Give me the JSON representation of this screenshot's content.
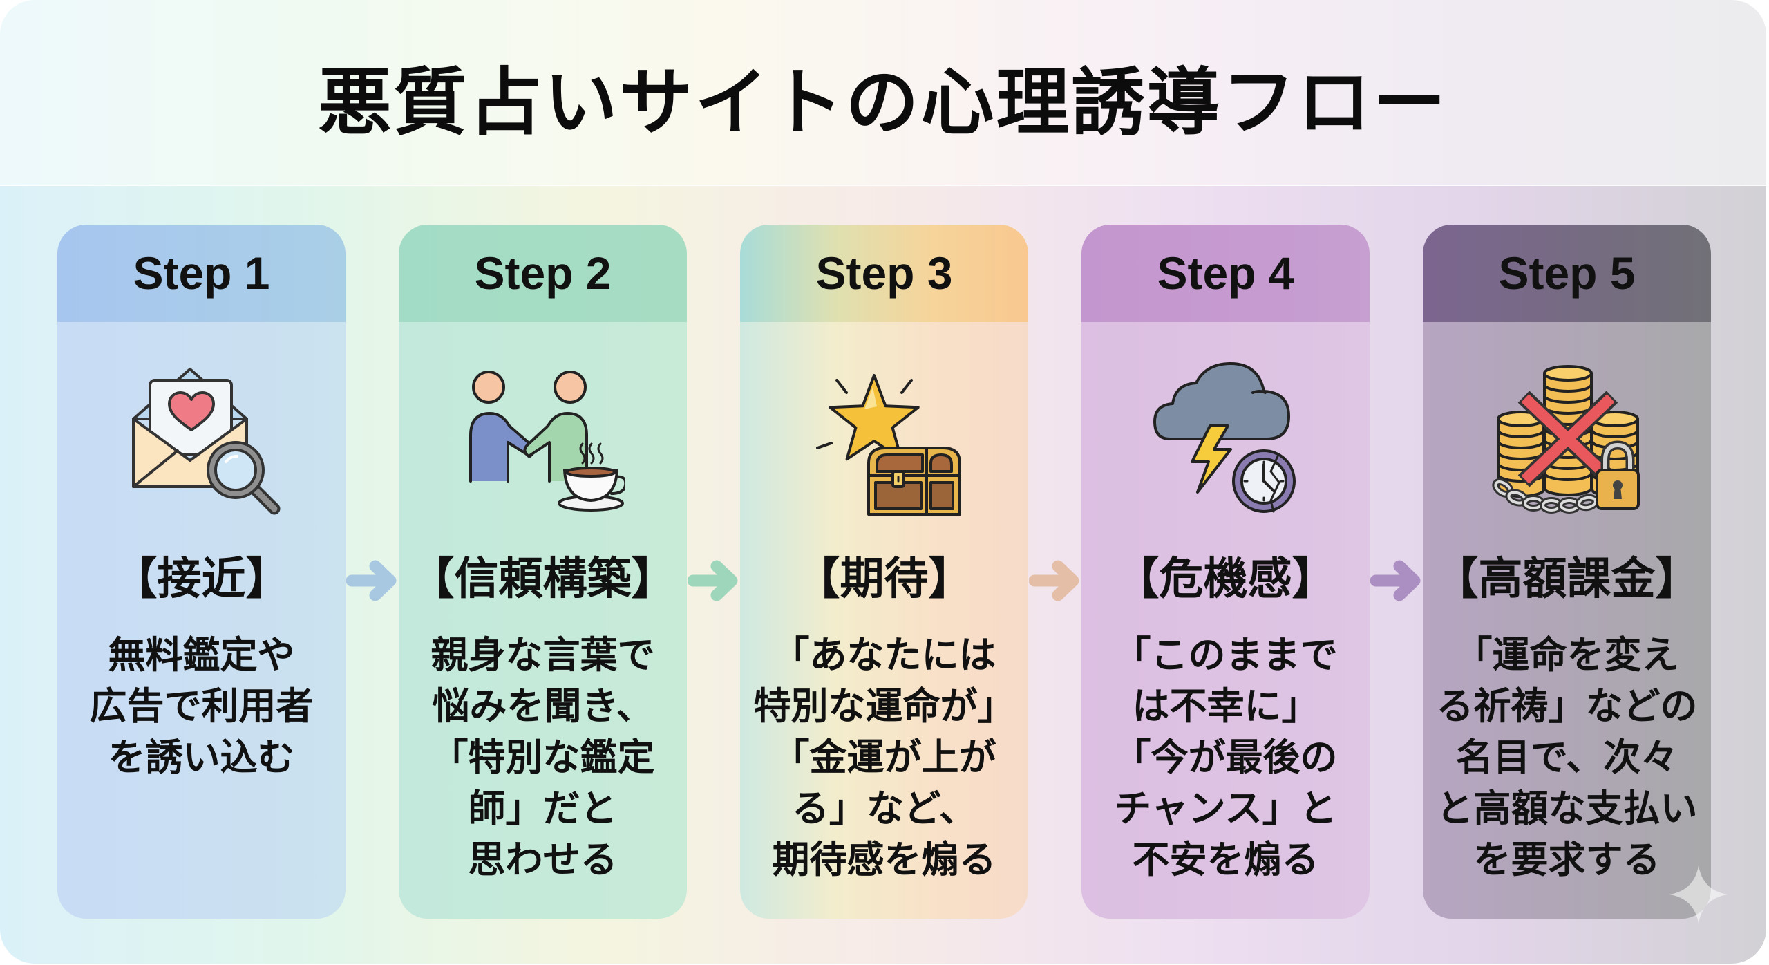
{
  "title": "悪質占いサイトの心理誘導フロー",
  "background": {
    "title_band": [
      "#eef9fc",
      "#f1faf1",
      "#fbf9ee",
      "#f9f1f4",
      "#f1ebf3",
      "#ececee"
    ],
    "main_band": [
      "#dbf1f9",
      "#e0f6ec",
      "#f4f5e0",
      "#f7ebe8",
      "#eee0f1",
      "#e3d5ea",
      "#d2d1d5"
    ]
  },
  "steps": [
    {
      "step_label": "Step 1",
      "label": "【接近】",
      "description_lines": [
        "無料鑑定や",
        "広告で利用者",
        "を誘い込む"
      ],
      "icon": "envelope-heart-magnifier",
      "header_colors": [
        "#a7c6ef",
        "#a9cfe6"
      ],
      "body_colors": [
        "#c8dcf5",
        "#cbe2ef"
      ]
    },
    {
      "step_label": "Step 2",
      "label": "【信頼構築】",
      "description_lines": [
        "親身な言葉で",
        "悩みを聞き、",
        "「特別な鑑定",
        "師」だと",
        "思わせる"
      ],
      "icon": "handshake-coffee",
      "header_colors": [
        "#a3dcc6",
        "#a6dcc2"
      ],
      "body_colors": [
        "#c3e9dc",
        "#c8ebd8"
      ]
    },
    {
      "step_label": "Step 3",
      "label": "【期待】",
      "description_lines": [
        "「あなたには",
        "特別な運命が」",
        "「金運が上が",
        "る」など、",
        "期待感を煽る"
      ],
      "icon": "star-treasure-chest",
      "header_colors": [
        "#a8dcd8",
        "#dfe0b0",
        "#f6d49a",
        "#f8c890"
      ],
      "body_colors": [
        "#cfe9e1",
        "#f3edcc",
        "#f8e1c8",
        "#f7dbc9"
      ]
    },
    {
      "step_label": "Step 4",
      "label": "【危機感】",
      "description_lines": [
        "「このままで",
        "は不幸に」",
        "「今が最後の",
        "チャンス」と",
        "不安を煽る"
      ],
      "icon": "storm-cloud-broken-clock",
      "header_colors": [
        "#c496cf",
        "#c79fd0"
      ],
      "body_colors": [
        "#dcbfe2",
        "#dfc6e4"
      ]
    },
    {
      "step_label": "Step 5",
      "label": "【高額課金】",
      "description_lines": [
        "「運命を変え",
        "る祈祷」などの",
        "名目で、次々",
        "と高額な支払い",
        "を要求する"
      ],
      "icon": "locked-coins-crossed",
      "header_colors": [
        "#7c6690",
        "#717077"
      ],
      "body_colors": [
        "#b7a5c2",
        "#a8a8aa"
      ]
    }
  ],
  "flow_arrows": [
    {
      "icon": "arrow-right",
      "color": "#a8c8e2"
    },
    {
      "icon": "arrow-right",
      "color": "#9ed6bc"
    },
    {
      "icon": "arrow-right",
      "color": "#e4bea6"
    },
    {
      "icon": "arrow-right",
      "color": "#ab8fc3"
    }
  ],
  "watermark_icon": "sparkle"
}
